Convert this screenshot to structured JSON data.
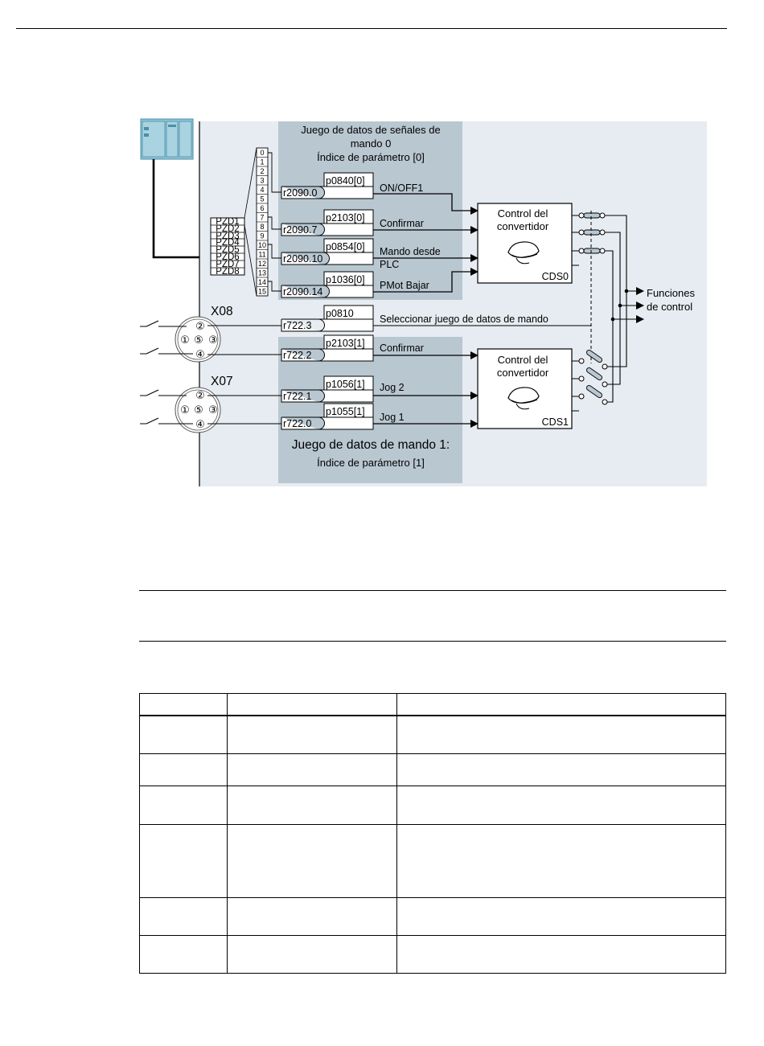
{
  "diagram": {
    "plc_icon": "plc-device-icon",
    "cds0_group": {
      "title_line1": "Juego de datos de señales de",
      "title_line2": "mando 0",
      "title_line3": "Índice de parámetro [0]"
    },
    "cds1_group": {
      "title_line1": "Juego de datos de mando 1:",
      "title_line2": "Índice de parámetro [1]"
    },
    "pzd_labels": [
      "PZD1",
      "PZD2",
      "PZD3",
      "PZD4",
      "PZD5",
      "PZD6",
      "PZD7",
      "PZD8"
    ],
    "bit_labels": [
      "0",
      "1",
      "2",
      "3",
      "4",
      "5",
      "6",
      "7",
      "8",
      "9",
      "10",
      "11",
      "12",
      "13",
      "14",
      "15"
    ],
    "params_cds0": [
      {
        "param": "p0840[0]",
        "source": "r2090.0",
        "signal": "ON/OFF1"
      },
      {
        "param": "p2103[0]",
        "source": "r2090.7",
        "signal": "Confirmar"
      },
      {
        "param": "p0854[0]",
        "source": "r2090.10",
        "signal": "Mando desde",
        "signal2": "PLC"
      },
      {
        "param": "p1036[0]",
        "source": "r2090.14",
        "signal": "PMot Bajar"
      }
    ],
    "param_select": {
      "param": "p0810",
      "source": "r722.3",
      "signal": "Seleccionar juego de datos de mando"
    },
    "params_cds1": [
      {
        "param": "p2103[1]",
        "source": "r722.2",
        "signal": "Confirmar"
      },
      {
        "param": "p1056[1]",
        "source": "r722.1",
        "signal": "Jog 2"
      },
      {
        "param": "p1055[1]",
        "source": "r722.0",
        "signal": "Jog 1"
      }
    ],
    "connectors": {
      "x08": "X08",
      "x07": "X07",
      "pins": {
        "p2": "②",
        "p1": "①",
        "p5": "⑤",
        "p3": "③",
        "p4": "④"
      }
    },
    "converter_cds0": {
      "line1": "Control del",
      "line2": "convertidor",
      "tag": "CDS0",
      "icon": "driver-cap-icon"
    },
    "converter_cds1": {
      "line1": "Control del",
      "line2": "convertidor",
      "tag": "CDS1",
      "icon": "driver-cap-icon"
    },
    "output": {
      "line1": "Funciones",
      "line2": "de control"
    }
  },
  "colors": {
    "panel_bg": "#e6ecf1",
    "group_bg": "#b9c7d1",
    "plc_fill": "#8fc4d6",
    "plc_stroke": "#4c8ea8"
  },
  "table": {
    "columns": [
      "",
      "",
      ""
    ],
    "rows": [
      [
        "",
        "",
        ""
      ],
      [
        "",
        "",
        ""
      ],
      [
        "",
        "",
        ""
      ],
      [
        "",
        "",
        ""
      ],
      [
        "",
        "",
        ""
      ],
      [
        "",
        "",
        ""
      ]
    ]
  }
}
